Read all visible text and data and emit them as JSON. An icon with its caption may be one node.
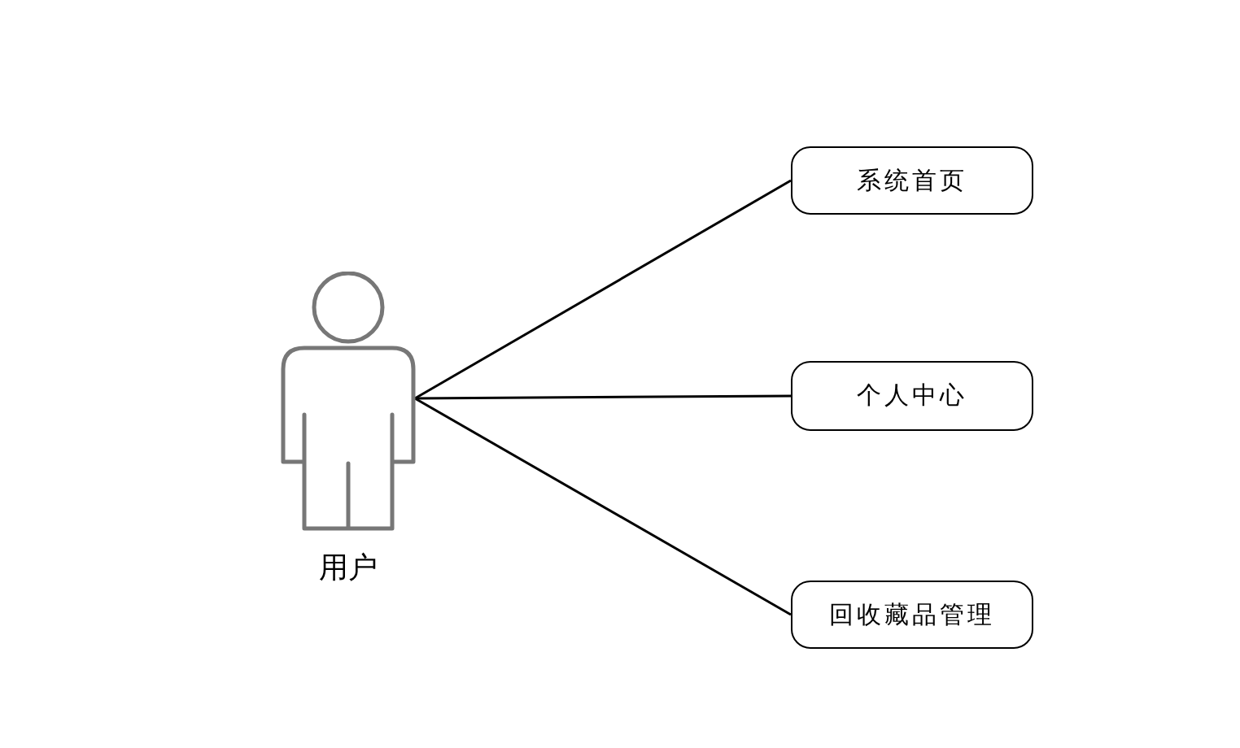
{
  "diagram": {
    "nodes": [
      {
        "text": [],
        "shape": "person",
        "beside": [
          "用户"
        ]
      },
      {
        "text": [
          "系统首页"
        ]
      },
      {
        "text": [
          "个人中心"
        ]
      },
      {
        "text": [
          "回收藏品管理"
        ]
      }
    ],
    "edges": [
      {
        "from": 0,
        "to": 1,
        "arrow": "none"
      },
      {
        "from": 0,
        "to": 2,
        "arrow": "none"
      },
      {
        "from": 0,
        "to": 3,
        "arrow": "none"
      }
    ]
  }
}
